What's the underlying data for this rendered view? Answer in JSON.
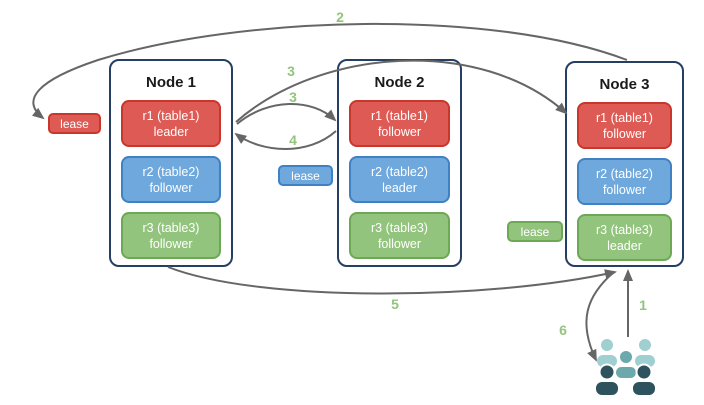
{
  "colors": {
    "background": "#FFFFFF",
    "red": "#DE5B55",
    "red_border": "#C9362C",
    "blue": "#6FA8DC",
    "blue_border": "#4081C4",
    "green": "#93C47D",
    "green_border": "#6DA954",
    "node_border": "#243F63",
    "arrow": "#666666",
    "step_label": "#93C47D",
    "title_text": "#1A1A1A",
    "people_light": "#9FCFD0",
    "people_mid": "#6CA9AC",
    "people_dark": "#2F535E"
  },
  "nodes": [
    {
      "title": "Node 1",
      "replicas": [
        {
          "name": "r1 (table1)",
          "role": "leader"
        },
        {
          "name": "r2 (table2)",
          "role": "follower"
        },
        {
          "name": "r3 (table3)",
          "role": "follower"
        }
      ]
    },
    {
      "title": "Node 2",
      "replicas": [
        {
          "name": "r1 (table1)",
          "role": "follower"
        },
        {
          "name": "r2 (table2)",
          "role": "leader"
        },
        {
          "name": "r3 (table3)",
          "role": "follower"
        }
      ]
    },
    {
      "title": "Node 3",
      "replicas": [
        {
          "name": "r1 (table1)",
          "role": "follower"
        },
        {
          "name": "r2 (table2)",
          "role": "follower"
        },
        {
          "name": "r3 (table3)",
          "role": "leader"
        }
      ]
    }
  ],
  "leases": {
    "red": {
      "label": "lease"
    },
    "blue": {
      "label": "lease"
    },
    "green": {
      "label": "lease"
    }
  },
  "steps": {
    "s1": "1",
    "s2": "2",
    "s3a": "3",
    "s3b": "3",
    "s4": "4",
    "s5": "5",
    "s6": "6"
  },
  "icons": {
    "users": "users-group-icon"
  }
}
